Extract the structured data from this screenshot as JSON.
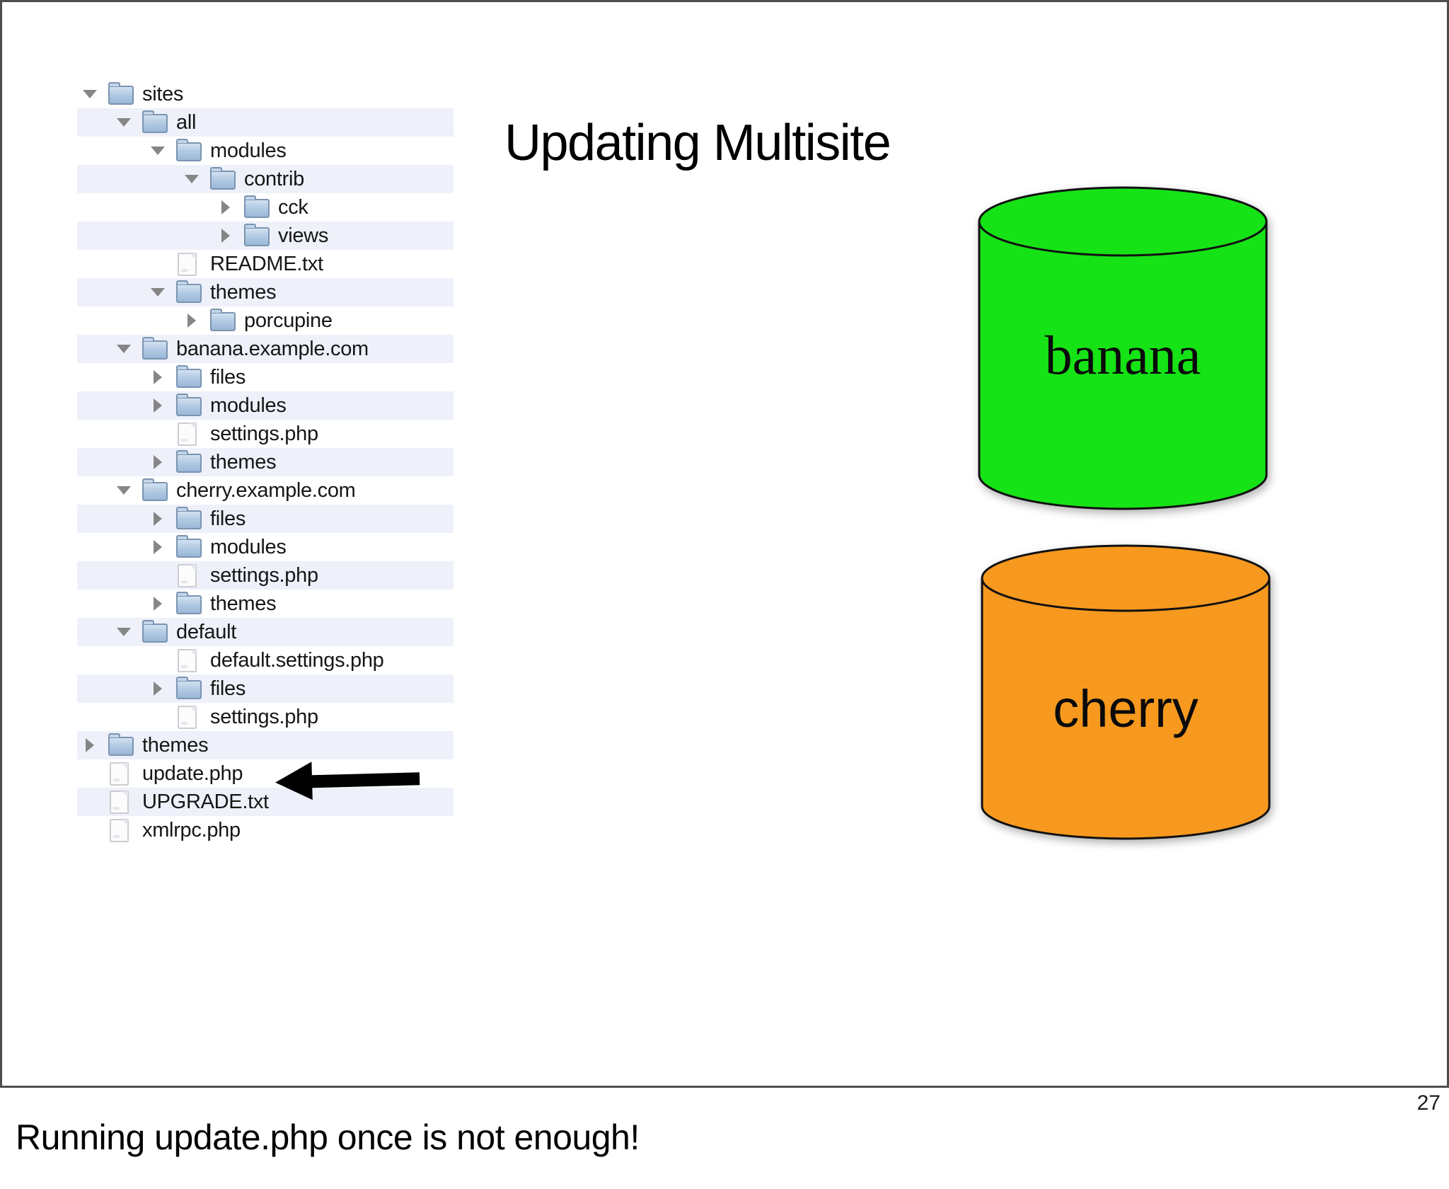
{
  "slide": {
    "title": "Updating Multisite",
    "page_number": "27",
    "caption": "Running update.php once is not enough!"
  },
  "file_tree": {
    "rows": [
      {
        "label": "sites",
        "type": "folder",
        "level": 0,
        "disclosure": "expanded"
      },
      {
        "label": "all",
        "type": "folder",
        "level": 1,
        "disclosure": "expanded"
      },
      {
        "label": "modules",
        "type": "folder",
        "level": 2,
        "disclosure": "expanded"
      },
      {
        "label": "contrib",
        "type": "folder",
        "level": 3,
        "disclosure": "expanded"
      },
      {
        "label": "cck",
        "type": "folder",
        "level": 4,
        "disclosure": "collapsed"
      },
      {
        "label": "views",
        "type": "folder",
        "level": 4,
        "disclosure": "collapsed"
      },
      {
        "label": "README.txt",
        "type": "file",
        "level": 2,
        "disclosure": "none"
      },
      {
        "label": "themes",
        "type": "folder",
        "level": 2,
        "disclosure": "expanded"
      },
      {
        "label": "porcupine",
        "type": "folder",
        "level": 3,
        "disclosure": "collapsed"
      },
      {
        "label": "banana.example.com",
        "type": "folder",
        "level": 1,
        "disclosure": "expanded"
      },
      {
        "label": "files",
        "type": "folder",
        "level": 2,
        "disclosure": "collapsed"
      },
      {
        "label": "modules",
        "type": "folder",
        "level": 2,
        "disclosure": "collapsed"
      },
      {
        "label": "settings.php",
        "type": "file",
        "level": 2,
        "disclosure": "none"
      },
      {
        "label": "themes",
        "type": "folder",
        "level": 2,
        "disclosure": "collapsed"
      },
      {
        "label": "cherry.example.com",
        "type": "folder",
        "level": 1,
        "disclosure": "expanded"
      },
      {
        "label": "files",
        "type": "folder",
        "level": 2,
        "disclosure": "collapsed"
      },
      {
        "label": "modules",
        "type": "folder",
        "level": 2,
        "disclosure": "collapsed"
      },
      {
        "label": "settings.php",
        "type": "file",
        "level": 2,
        "disclosure": "none"
      },
      {
        "label": "themes",
        "type": "folder",
        "level": 2,
        "disclosure": "collapsed"
      },
      {
        "label": "default",
        "type": "folder",
        "level": 1,
        "disclosure": "expanded"
      },
      {
        "label": "default.settings.php",
        "type": "file",
        "level": 2,
        "disclosure": "none"
      },
      {
        "label": "files",
        "type": "folder",
        "level": 2,
        "disclosure": "collapsed"
      },
      {
        "label": "settings.php",
        "type": "file",
        "level": 2,
        "disclosure": "none"
      },
      {
        "label": "themes",
        "type": "folder",
        "level": 0,
        "disclosure": "collapsed"
      },
      {
        "label": "update.php",
        "type": "file",
        "level": 0,
        "disclosure": "none",
        "annotated": true
      },
      {
        "label": "UPGRADE.txt",
        "type": "file",
        "level": 0,
        "disclosure": "none"
      },
      {
        "label": "xmlrpc.php",
        "type": "file",
        "level": 0,
        "disclosure": "none"
      }
    ]
  },
  "databases": [
    {
      "label": "banana",
      "color": "#16e316"
    },
    {
      "label": "cherry",
      "color": "#f7991e"
    }
  ],
  "icons": {
    "folder": "macos-folder",
    "file": "document-page",
    "disclosure_expanded": "triangle-down",
    "disclosure_collapsed": "triangle-right",
    "annotation_arrow": "left-arrow"
  },
  "colors": {
    "stripe": "#eef1fa",
    "slide_border": "#4e4e4e",
    "arrow": "#000000"
  }
}
